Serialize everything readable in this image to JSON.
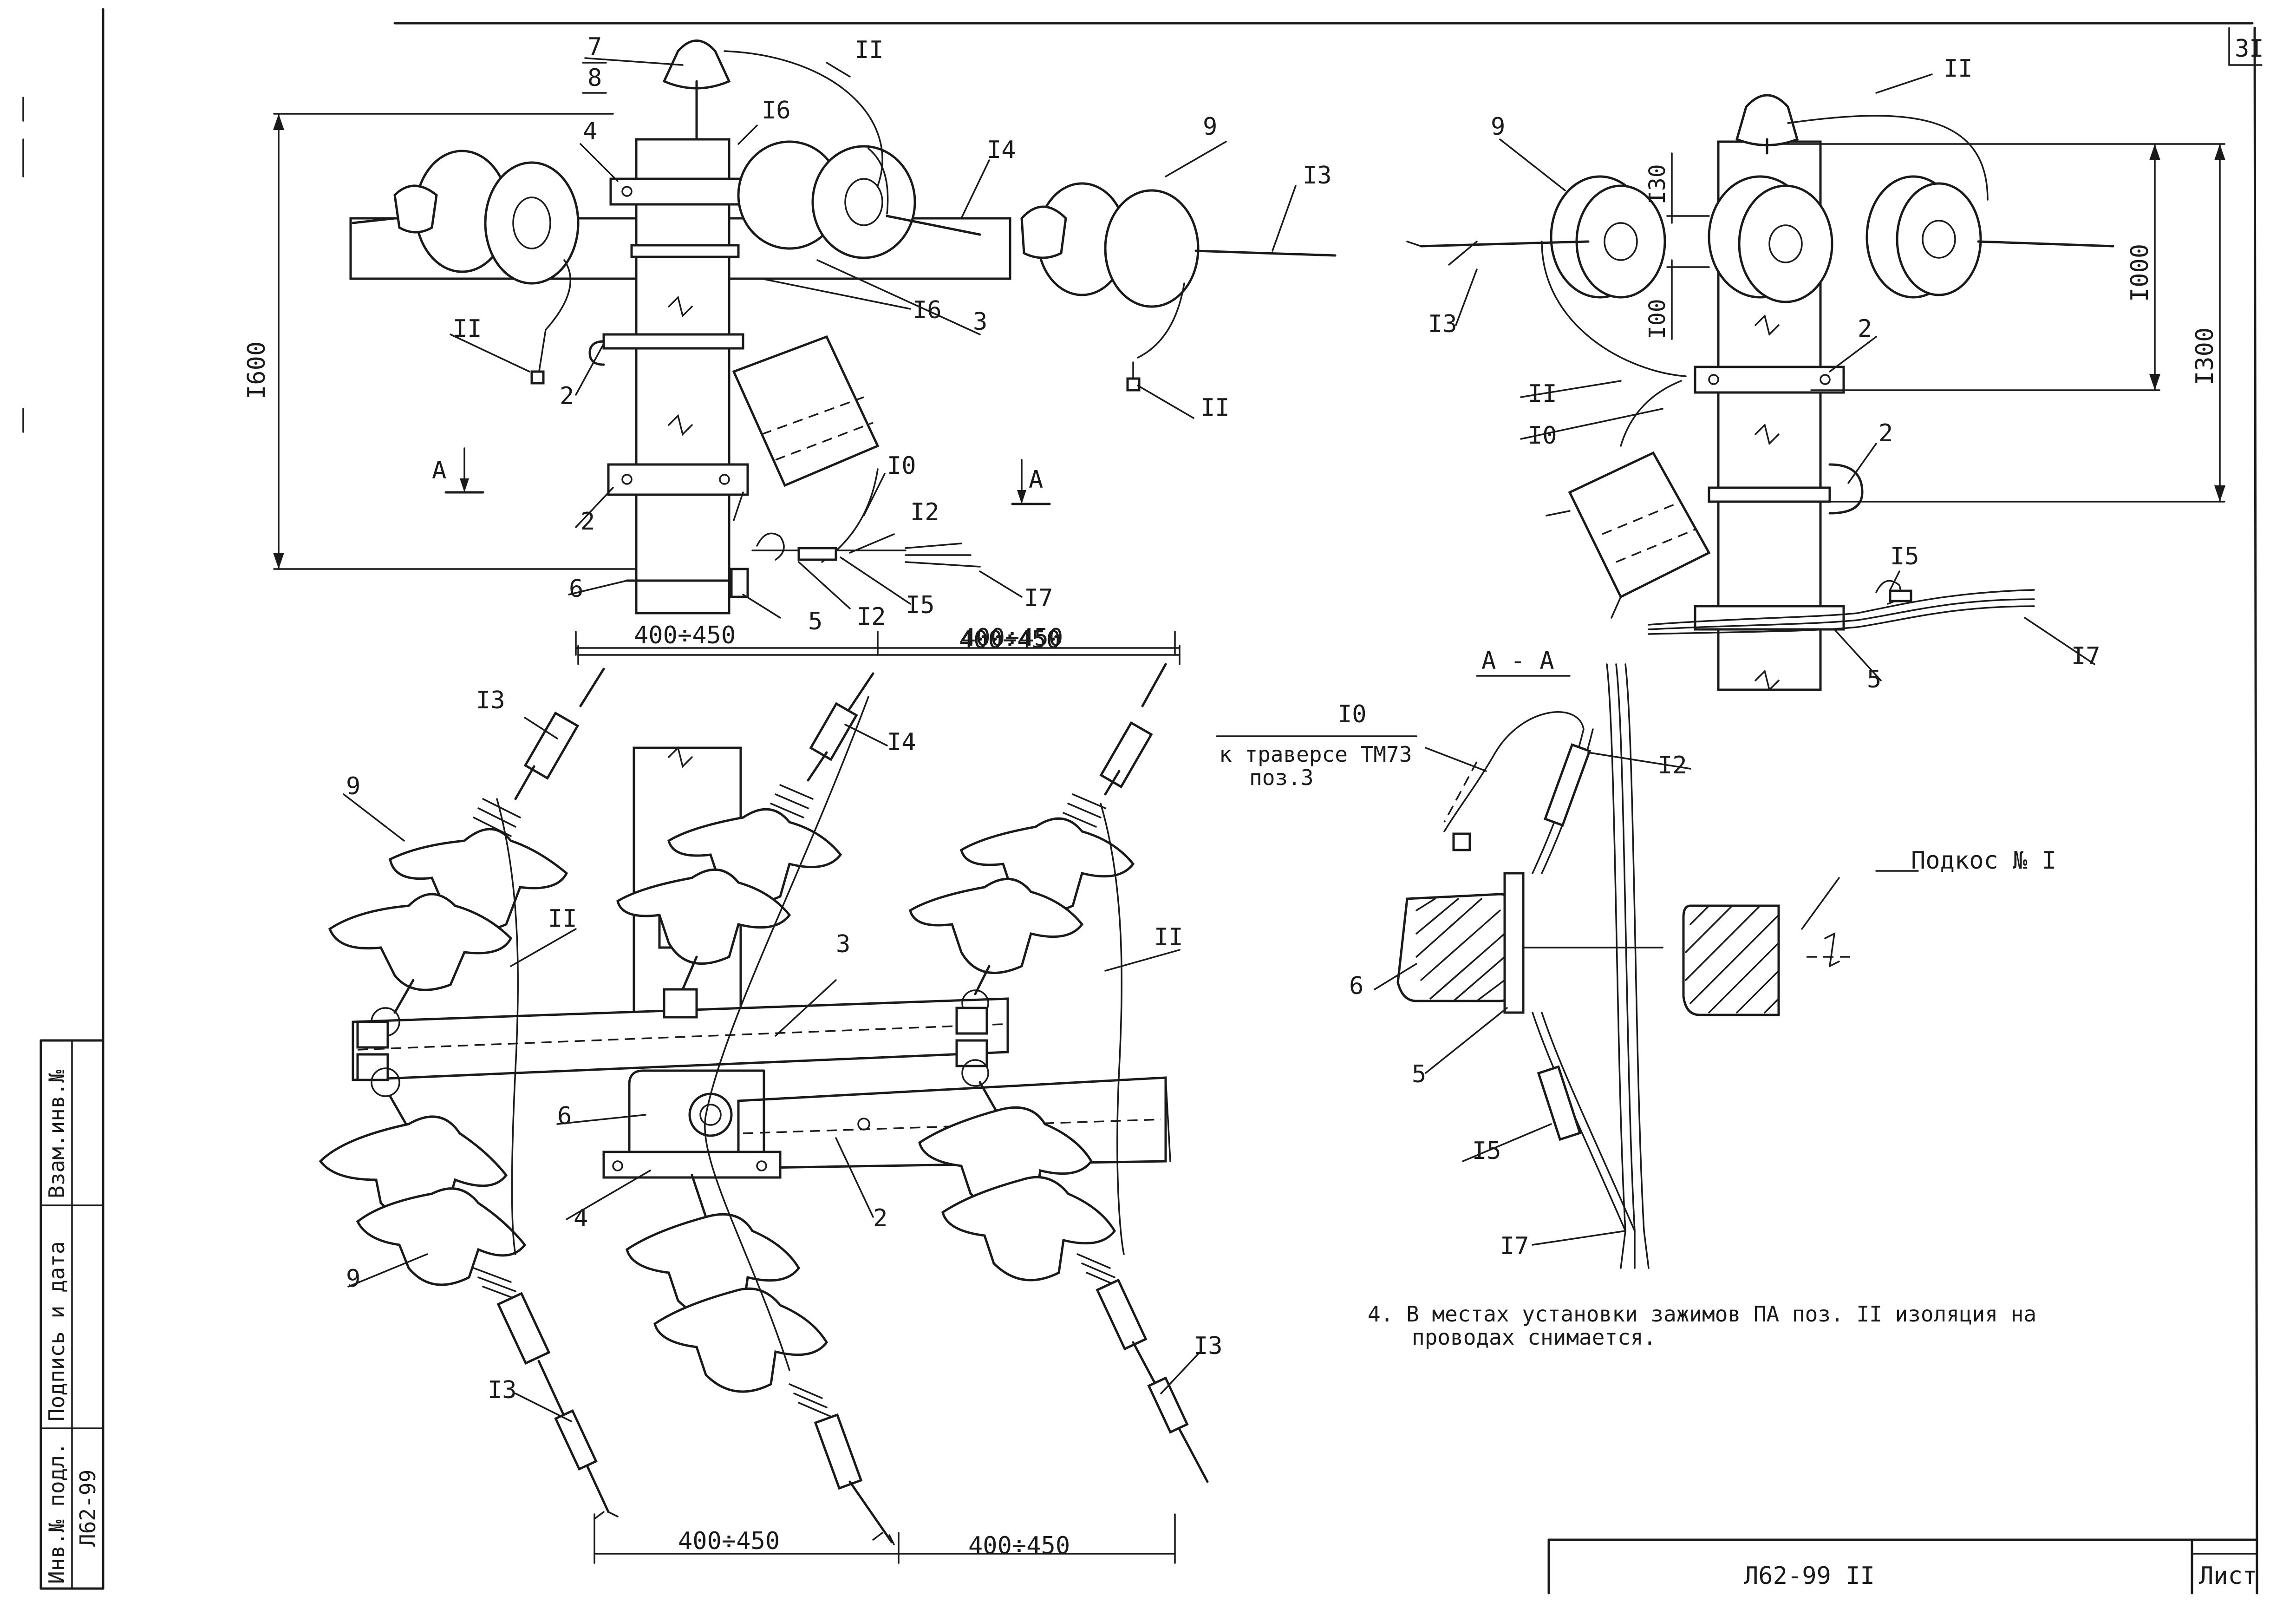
{
  "sheet": {
    "corner_number": "3I",
    "title_block_code": "Л62-99 II",
    "sheet_label": "Лист"
  },
  "side_stamp": {
    "inv_podl": "Инв.№ подл.",
    "podpis": "Подпись и дата",
    "vzam": "Взам.инв.№",
    "code": "Л62-99"
  },
  "top_left_view": {
    "dim_height": "I600",
    "dim_bottom_left": "400÷450",
    "dim_bottom_right": "400÷450",
    "section_mark": "A",
    "callouts": [
      "7",
      "8",
      "II",
      "I6",
      "4",
      "I4",
      "9",
      "I3",
      "I6",
      "3",
      "II",
      "2",
      "II",
      "2",
      "I0",
      "I2",
      "6",
      "5",
      "I2",
      "I5",
      "I7"
    ]
  },
  "top_right_view": {
    "dim_130": "I30",
    "dim_100": "I00",
    "dim_1000": "I000",
    "dim_1300": "I300",
    "callouts": [
      "II",
      "9",
      "I3",
      "2",
      "II",
      "I0",
      "2",
      "I5",
      "I7",
      "5"
    ]
  },
  "section_aa": {
    "title": "А - А",
    "note_ref": "I0",
    "note_text_line1": "к траверсе ТМ73",
    "note_text_line2": "поз.3",
    "brace_label": "Подкос № I",
    "callouts": [
      "I2",
      "6",
      "5",
      "I5",
      "I7"
    ]
  },
  "bottom_plan": {
    "dim_top": "400÷450",
    "dim_bottom_left": "400÷450",
    "dim_bottom_right": "400÷450",
    "callouts": [
      "I3",
      "I4",
      "9",
      "II",
      "3",
      "II",
      "6",
      "2",
      "4",
      "9",
      "I3",
      "I3"
    ]
  },
  "notes": {
    "note4_line1": "4. В местах установки зажимов ПА поз. II изоляция на",
    "note4_line2": "проводах снимается."
  }
}
